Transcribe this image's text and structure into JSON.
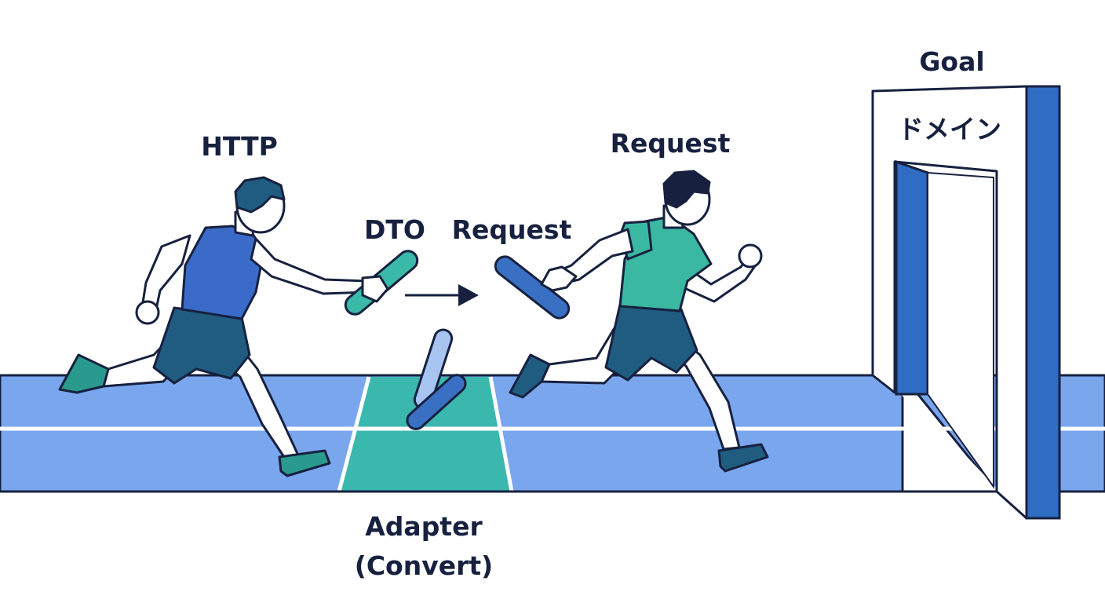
{
  "labels": {
    "http": "HTTP",
    "dto": "DTO",
    "request_handoff": "Request",
    "request_runner": "Request",
    "adapter": "Adapter",
    "convert": "(Convert)",
    "goal": "Goal",
    "domain": "ドメイン"
  },
  "colors": {
    "outline": "#17213f",
    "track": "#7aa6ee",
    "adapter_zone": "#3ab8ae",
    "gate_blue": "#2f6cc4",
    "runner1_shirt": "#3a6bc8",
    "runner2_shirt": "#3ab8a2",
    "shorts": "#1f5c80",
    "shoes": "#2b9a8e",
    "baton_teal": "#3ab8a8",
    "baton_blue": "#3a70c4",
    "baton_light": "#a8c4f0",
    "skin": "#ffffff"
  }
}
